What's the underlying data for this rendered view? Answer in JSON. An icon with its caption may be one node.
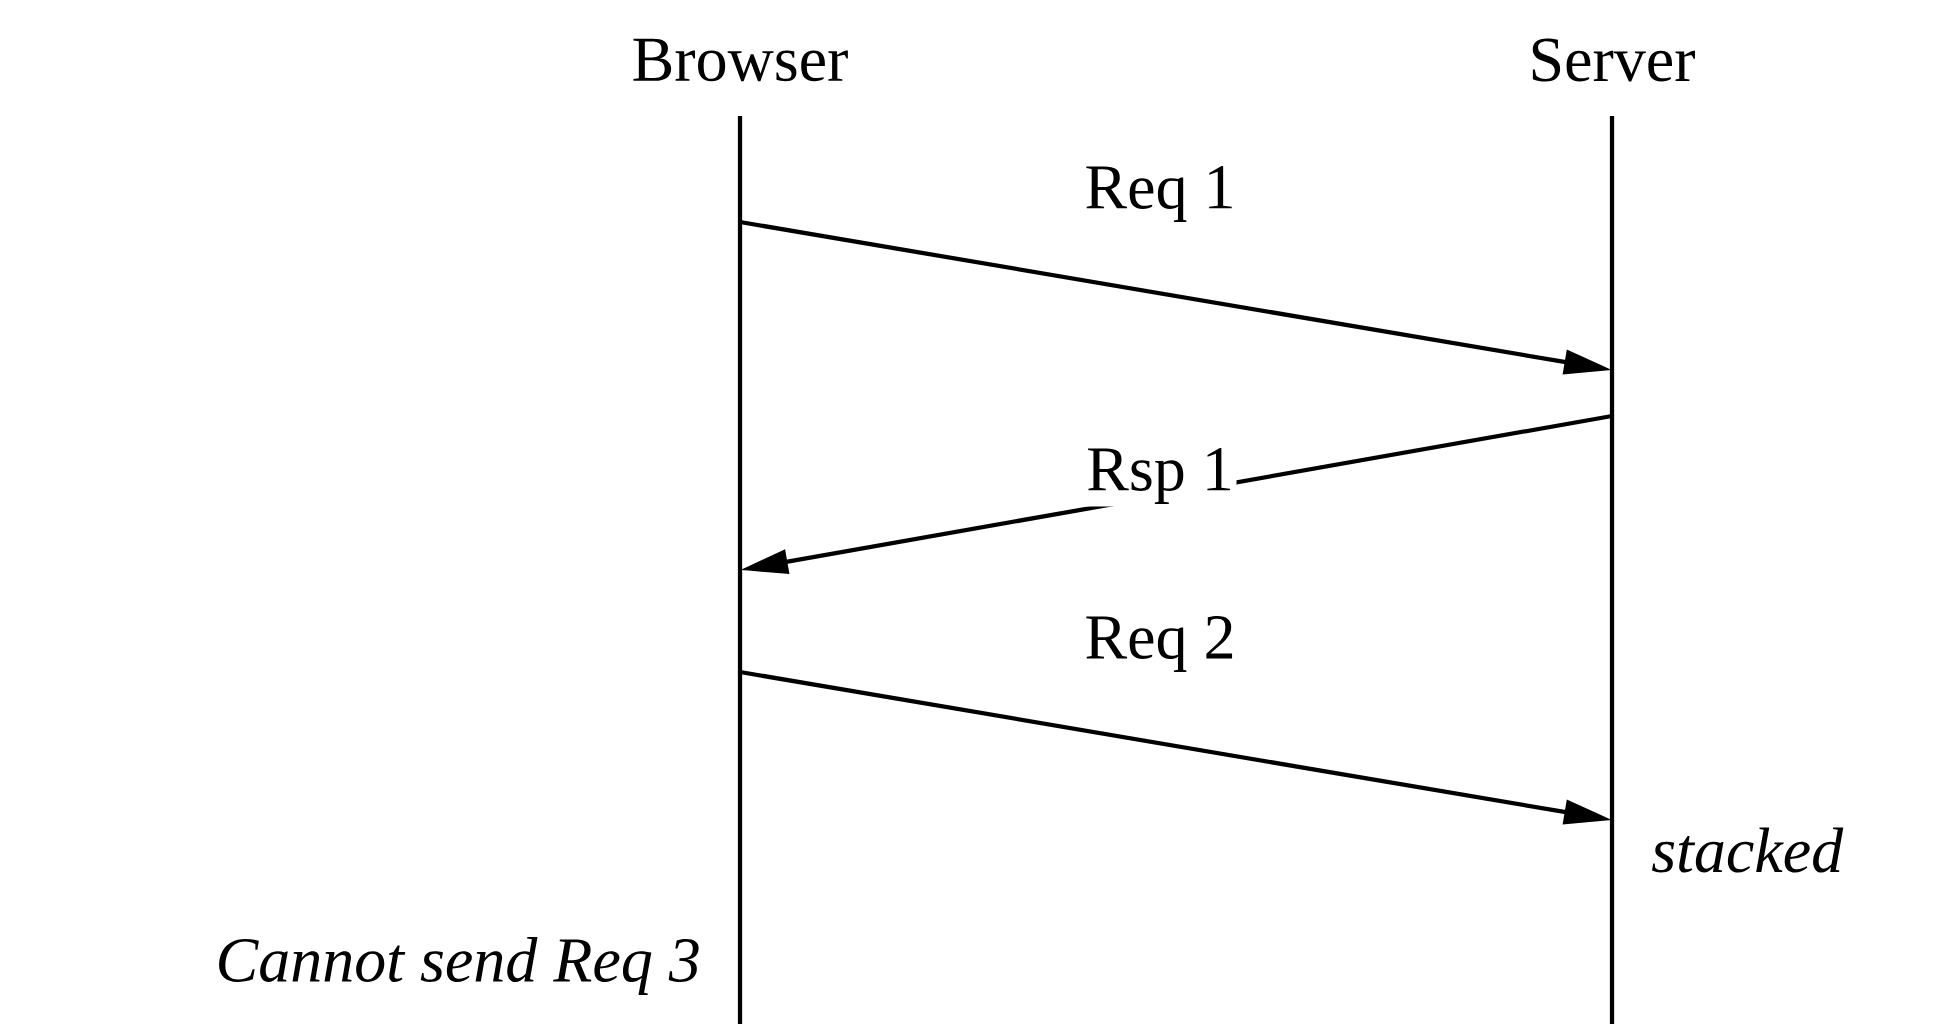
{
  "diagram": {
    "nodes": [
      {
        "text": [
          "Browser"
        ]
      },
      {
        "text": [
          "Server"
        ]
      }
    ],
    "edges": [
      {
        "from": 0,
        "to": 1,
        "arrow": "to",
        "label": "Req 1"
      },
      {
        "from": 1,
        "to": 0,
        "arrow": "to",
        "label": "Rsp 1"
      },
      {
        "from": 0,
        "to": 1,
        "arrow": "to",
        "label": "Req 2"
      }
    ],
    "labels": [
      "stacked",
      "Cannot send Req 3"
    ]
  }
}
